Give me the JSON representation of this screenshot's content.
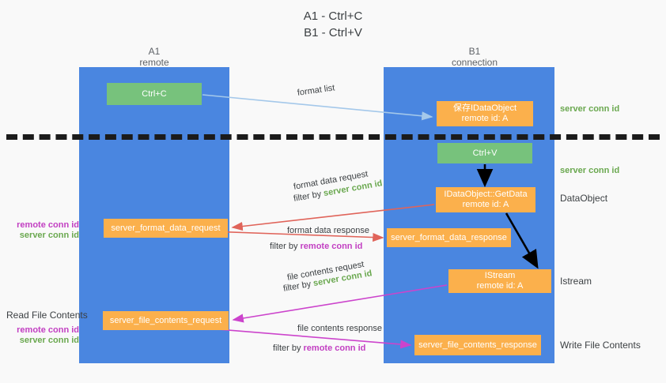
{
  "title": {
    "line1": "A1 - Ctrl+C",
    "line2": "B1 - Ctrl+V"
  },
  "columns": {
    "left": {
      "name": "A1",
      "role": "remote"
    },
    "right": {
      "name": "B1",
      "role": "connection"
    }
  },
  "nodes": {
    "ctrl_c": {
      "label": "Ctrl+C",
      "color": "#77c27c"
    },
    "idataobject": {
      "line1": "保存IDataObject",
      "line2": "remote id: A",
      "color": "#fbb04c"
    },
    "ctrl_v": {
      "label": "Ctrl+V",
      "color": "#77c27c"
    },
    "getdata": {
      "line1": "IDataObject::GetData",
      "line2": "remote id: A",
      "color": "#fbb04c"
    },
    "server_format_data_request": {
      "label": "server_format_data_request",
      "color": "#fbb04c"
    },
    "server_format_data_response": {
      "label": "server_format_data_response",
      "color": "#fbb04c"
    },
    "istream": {
      "line1": "IStream",
      "line2": "remote id: A",
      "color": "#fbb04c"
    },
    "server_file_contents_request": {
      "label": "server_file_contents_request",
      "color": "#fbb04c"
    },
    "server_file_contents_response": {
      "label": "server_file_contents_response",
      "color": "#fbb04c"
    }
  },
  "edges": {
    "format_list": "format list",
    "format_data_request": "format data request",
    "format_data_request_filter_prefix": "filter by ",
    "format_data_request_filter_value": "server conn id",
    "format_data_response": "format data response",
    "format_data_response_filter_prefix": "filter by ",
    "format_data_response_filter_value": "remote conn id",
    "file_contents_request": "file contents request",
    "file_contents_request_filter_prefix": "filter by ",
    "file_contents_request_filter_value": "server conn id",
    "file_contents_response": "file contents response",
    "file_contents_response_filter_prefix": "filter by ",
    "file_contents_response_filter_value": "remote conn id"
  },
  "annotations": {
    "right": {
      "server_conn_id_1": "server conn id",
      "server_conn_id_2": "server conn id",
      "dataobject": "DataObject",
      "istream": "Istream",
      "write_file_contents": "Write File Contents"
    },
    "left": {
      "remote_conn_id_1": "remote conn id",
      "server_conn_id_1": "server conn id",
      "read_file_contents": "Read File Contents",
      "remote_conn_id_2": "remote conn id",
      "server_conn_id_2": "server conn id"
    }
  },
  "colors": {
    "lane": "#4a86e0",
    "green_node": "#77c27c",
    "orange_node": "#fbb04c",
    "green_text": "#6aa84f",
    "magenta_text": "#c23fc2",
    "arrow_blue": "#a4c8ea",
    "arrow_red": "#e0645a",
    "arrow_magenta": "#cc44cc",
    "arrow_black": "#000000",
    "divider": "#1b1b1b",
    "background": "#f9f9f9"
  }
}
